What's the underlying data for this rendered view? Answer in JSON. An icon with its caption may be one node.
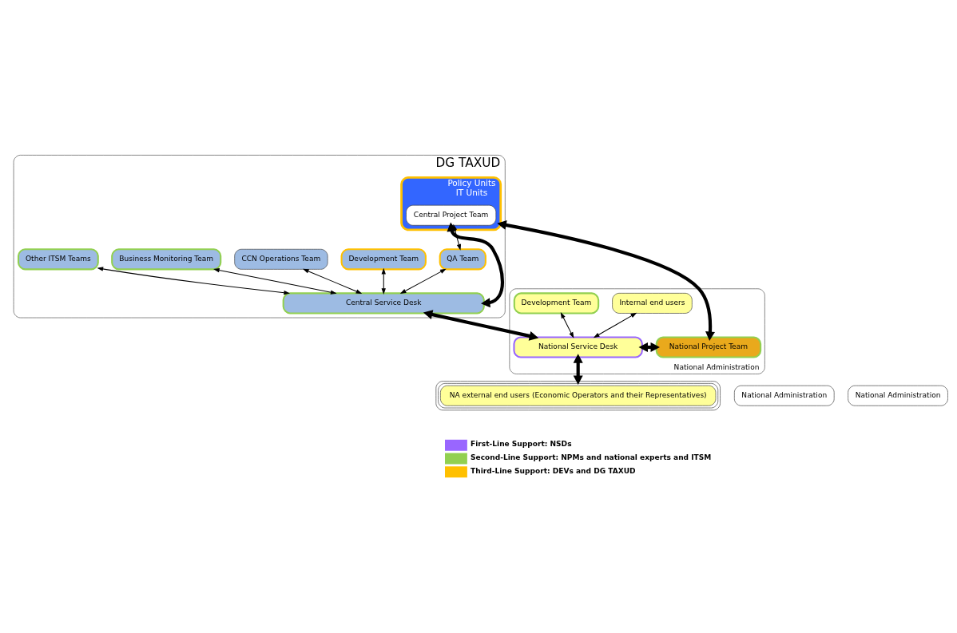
{
  "diagram": {
    "nodes": [
      {
        "text": [
          "DG TAXUD"
        ]
      },
      {
        "text": [
          "Policy Units",
          "IT Units"
        ],
        "in": 0
      },
      {
        "text": [
          "Central Project Team"
        ],
        "in": 1
      },
      {
        "text": [
          "QA Team"
        ],
        "in": 0
      },
      {
        "text": [
          "Development Team"
        ],
        "in": 0
      },
      {
        "text": [
          "CCN Operations Team"
        ],
        "in": 0
      },
      {
        "text": [
          "Business Monitoring Team"
        ],
        "in": 0
      },
      {
        "text": [
          "Other ITSM Teams"
        ],
        "in": 0
      },
      {
        "text": [
          "Central Service Desk"
        ],
        "in": 0
      },
      {
        "text": [
          "National Administration"
        ]
      },
      {
        "text": [
          "National Project Team"
        ],
        "in": 9
      },
      {
        "text": [
          "National Service Desk"
        ],
        "in": 9
      },
      {
        "text": [
          "Internal end users"
        ],
        "in": 9
      },
      {
        "text": [
          "Development Team"
        ],
        "in": 9
      },
      {
        "text": [
          "National Administration"
        ]
      },
      {
        "text": [
          "National Administration"
        ]
      },
      {
        "text": [
          "NA external end users (Economic Operators and their Representatives)"
        ]
      }
    ],
    "edges": [
      {
        "from": 2,
        "to": 3,
        "arrow": "both"
      },
      {
        "from": 3,
        "to": 8,
        "arrow": "both"
      },
      {
        "from": 4,
        "to": 8,
        "arrow": "both"
      },
      {
        "from": 5,
        "to": 8,
        "arrow": "both"
      },
      {
        "from": 6,
        "to": 8,
        "arrow": "both"
      },
      {
        "from": 7,
        "to": 8,
        "arrow": "both"
      },
      {
        "from": 2,
        "to": 8,
        "arrow": "both",
        "style": "thick"
      },
      {
        "from": 1,
        "to": 10,
        "arrow": "both",
        "style": "thick"
      },
      {
        "from": 8,
        "to": 11,
        "arrow": "both",
        "style": "thick"
      },
      {
        "from": 10,
        "to": 11,
        "arrow": "both",
        "style": "thick"
      },
      {
        "from": 11,
        "to": 16,
        "arrow": "both",
        "style": "thick"
      },
      {
        "from": 12,
        "to": 11,
        "arrow": "both"
      },
      {
        "from": 13,
        "to": 11,
        "arrow": "both"
      }
    ],
    "legend": [
      {
        "text": "First-Line Support: NSDs",
        "color": "#9966ff"
      },
      {
        "text": "Second-Line Support: NPMs and national experts and ITSM",
        "color": "#92d050"
      },
      {
        "text": "Third-Line Support: DEVs and DG TAXUD",
        "color": "#ffc000"
      }
    ]
  }
}
